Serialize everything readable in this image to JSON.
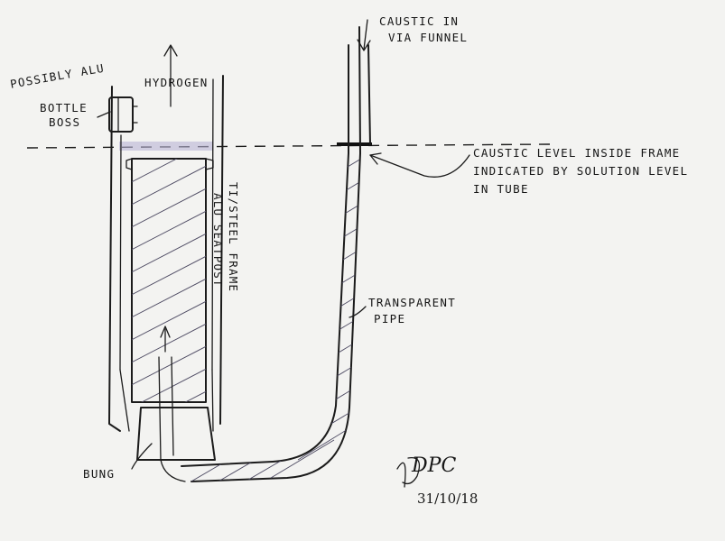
{
  "labels": {
    "caustic_in_1": "Caustic in",
    "caustic_in_2": "via funnel",
    "possibly_alu": "Possibly Alu",
    "bottle_boss_1": "Bottle",
    "bottle_boss_2": "Boss",
    "hydrogen": "Hydrogen",
    "caustic_level_1": "Caustic level inside frame",
    "caustic_level_2": "indicated by solution level",
    "caustic_level_3": "in tube",
    "ti_steel_frame": "Ti/steel frame",
    "alu_seatpost": "Alu seatpost",
    "transparent_1": "Transparent",
    "transparent_2": "pipe",
    "bung": "Bung",
    "signature": "DPC",
    "date": "31/10/18"
  },
  "colors": {
    "ink": "#1b1b1b",
    "paper": "#f3f3f1",
    "solution_hatch": "#4d4a62",
    "level_fill": "#b9b4d6"
  }
}
